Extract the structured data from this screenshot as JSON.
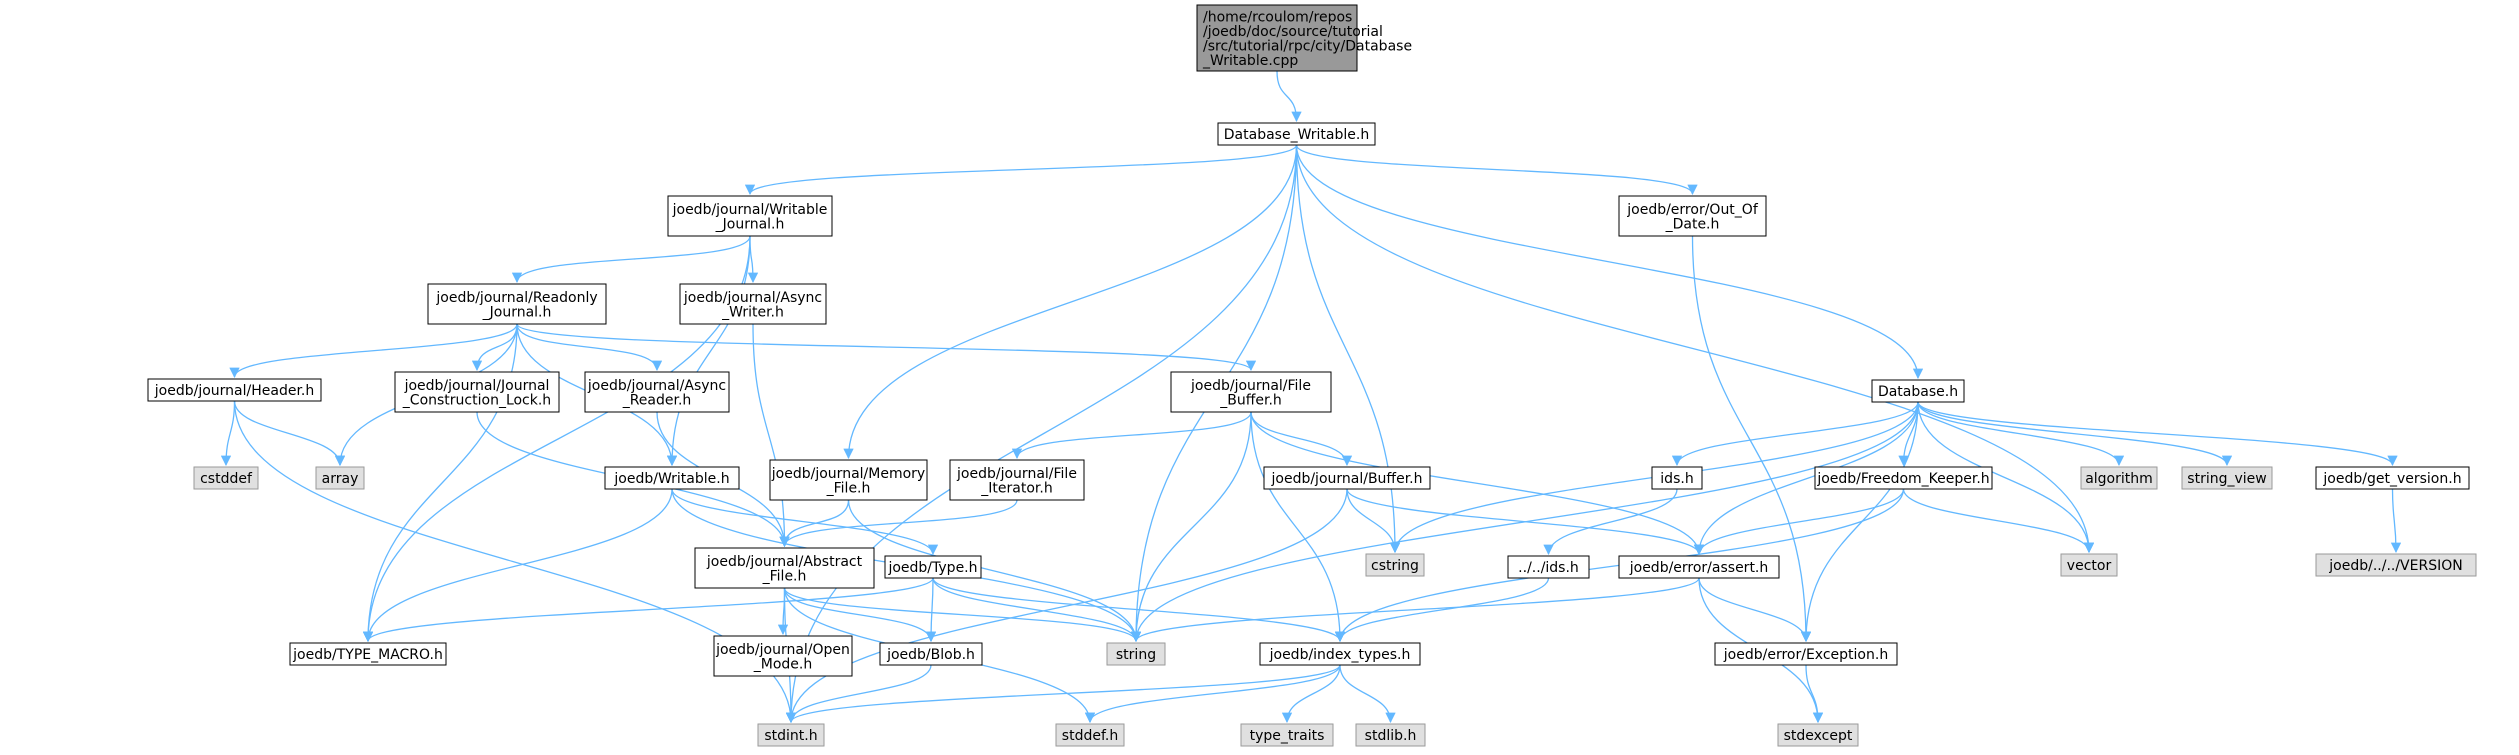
{
  "colors": {
    "edge": "#63b8ff",
    "root_fill": "#999999",
    "node_fill": "#ffffff",
    "node_stroke": "#000000",
    "system_fill": "#e0e0e0",
    "system_stroke": "#999999"
  },
  "nodes": [
    {
      "id": "root",
      "kind": "root",
      "lines": [
        "/home/rcoulom/repos",
        "/joedb/doc/source/tutorial",
        "/src/tutorial/rpc/city/Database",
        "_Writable.cpp"
      ]
    },
    {
      "id": "database-writable-h",
      "kind": "file",
      "lines": [
        "Database_Writable.h"
      ]
    },
    {
      "id": "writable-journal-h",
      "kind": "file",
      "lines": [
        "joedb/journal/Writable",
        "_Journal.h"
      ]
    },
    {
      "id": "out-of-date-h",
      "kind": "file",
      "lines": [
        "joedb/error/Out_Of",
        "_Date.h"
      ]
    },
    {
      "id": "readonly-journal-h",
      "kind": "file",
      "lines": [
        "joedb/journal/Readonly",
        "_Journal.h"
      ]
    },
    {
      "id": "async-writer-h",
      "kind": "file",
      "lines": [
        "joedb/journal/Async",
        "_Writer.h"
      ]
    },
    {
      "id": "header-h",
      "kind": "file",
      "lines": [
        "joedb/journal/Header.h"
      ]
    },
    {
      "id": "construction-lock-h",
      "kind": "file",
      "lines": [
        "joedb/journal/Journal",
        "_Construction_Lock.h"
      ]
    },
    {
      "id": "async-reader-h",
      "kind": "file",
      "lines": [
        "joedb/journal/Async",
        "_Reader.h"
      ]
    },
    {
      "id": "file-buffer-h",
      "kind": "file",
      "lines": [
        "joedb/journal/File",
        "_Buffer.h"
      ]
    },
    {
      "id": "database-h",
      "kind": "file",
      "lines": [
        "Database.h"
      ]
    },
    {
      "id": "cstddef",
      "kind": "system",
      "lines": [
        "cstddef"
      ]
    },
    {
      "id": "array",
      "kind": "system",
      "lines": [
        "array"
      ]
    },
    {
      "id": "writable-h",
      "kind": "file",
      "lines": [
        "joedb/Writable.h"
      ]
    },
    {
      "id": "memory-file-h",
      "kind": "file",
      "lines": [
        "joedb/journal/Memory",
        "_File.h"
      ]
    },
    {
      "id": "file-iterator-h",
      "kind": "file",
      "lines": [
        "joedb/journal/File",
        "_Iterator.h"
      ]
    },
    {
      "id": "buffer-h",
      "kind": "file",
      "lines": [
        "joedb/journal/Buffer.h"
      ]
    },
    {
      "id": "ids-h",
      "kind": "file",
      "lines": [
        "ids.h"
      ]
    },
    {
      "id": "freedom-keeper-h",
      "kind": "file",
      "lines": [
        "joedb/Freedom_Keeper.h"
      ]
    },
    {
      "id": "algorithm",
      "kind": "system",
      "lines": [
        "algorithm"
      ]
    },
    {
      "id": "string-view",
      "kind": "system",
      "lines": [
        "string_view"
      ]
    },
    {
      "id": "get-version-h",
      "kind": "file",
      "lines": [
        "joedb/get_version.h"
      ]
    },
    {
      "id": "cstring",
      "kind": "system",
      "lines": [
        "cstring"
      ]
    },
    {
      "id": "vector",
      "kind": "system",
      "lines": [
        "vector"
      ]
    },
    {
      "id": "version",
      "kind": "system",
      "lines": [
        "joedb/../../VERSION"
      ]
    },
    {
      "id": "abstract-file-h",
      "kind": "file",
      "lines": [
        "joedb/journal/Abstract",
        "_File.h"
      ]
    },
    {
      "id": "type-h",
      "kind": "file",
      "lines": [
        "joedb/Type.h"
      ]
    },
    {
      "id": "up-ids-h",
      "kind": "file",
      "lines": [
        "../../ids.h"
      ]
    },
    {
      "id": "assert-h",
      "kind": "file",
      "lines": [
        "joedb/error/assert.h"
      ]
    },
    {
      "id": "type-macro-h",
      "kind": "file",
      "lines": [
        "joedb/TYPE_MACRO.h"
      ]
    },
    {
      "id": "open-mode-h",
      "kind": "file",
      "lines": [
        "joedb/journal/Open",
        "_Mode.h"
      ]
    },
    {
      "id": "blob-h",
      "kind": "file",
      "lines": [
        "joedb/Blob.h"
      ]
    },
    {
      "id": "string",
      "kind": "system",
      "lines": [
        "string"
      ]
    },
    {
      "id": "index-types-h",
      "kind": "file",
      "lines": [
        "joedb/index_types.h"
      ]
    },
    {
      "id": "exception-h",
      "kind": "file",
      "lines": [
        "joedb/error/Exception.h"
      ]
    },
    {
      "id": "stdint-h",
      "kind": "system",
      "lines": [
        "stdint.h"
      ]
    },
    {
      "id": "stddef-h",
      "kind": "system",
      "lines": [
        "stddef.h"
      ]
    },
    {
      "id": "type-traits",
      "kind": "system",
      "lines": [
        "type_traits"
      ]
    },
    {
      "id": "stdlib-h",
      "kind": "system",
      "lines": [
        "stdlib.h"
      ]
    },
    {
      "id": "stdexcept",
      "kind": "system",
      "lines": [
        "stdexcept"
      ]
    }
  ],
  "edges": [
    [
      "root",
      "database-writable-h"
    ],
    [
      "database-writable-h",
      "writable-journal-h"
    ],
    [
      "database-writable-h",
      "stdint-h"
    ],
    [
      "database-writable-h",
      "string"
    ],
    [
      "database-writable-h",
      "cstring"
    ],
    [
      "database-writable-h",
      "memory-file-h"
    ],
    [
      "database-writable-h",
      "out-of-date-h"
    ],
    [
      "database-writable-h",
      "database-h"
    ],
    [
      "database-writable-h",
      "vector"
    ],
    [
      "writable-journal-h",
      "readonly-journal-h"
    ],
    [
      "writable-journal-h",
      "async-writer-h"
    ],
    [
      "writable-journal-h",
      "writable-h"
    ],
    [
      "writable-journal-h",
      "type-macro-h"
    ],
    [
      "out-of-date-h",
      "exception-h"
    ],
    [
      "readonly-journal-h",
      "header-h"
    ],
    [
      "readonly-journal-h",
      "construction-lock-h"
    ],
    [
      "readonly-journal-h",
      "async-reader-h"
    ],
    [
      "readonly-journal-h",
      "file-buffer-h"
    ],
    [
      "readonly-journal-h",
      "array"
    ],
    [
      "readonly-journal-h",
      "writable-h"
    ],
    [
      "readonly-journal-h",
      "type-macro-h"
    ],
    [
      "async-writer-h",
      "abstract-file-h"
    ],
    [
      "header-h",
      "cstddef"
    ],
    [
      "header-h",
      "array"
    ],
    [
      "header-h",
      "stdint-h"
    ],
    [
      "construction-lock-h",
      "abstract-file-h"
    ],
    [
      "async-reader-h",
      "abstract-file-h"
    ],
    [
      "file-buffer-h",
      "file-iterator-h"
    ],
    [
      "file-buffer-h",
      "buffer-h"
    ],
    [
      "file-buffer-h",
      "string"
    ],
    [
      "file-buffer-h",
      "index-types-h"
    ],
    [
      "file-buffer-h",
      "assert-h"
    ],
    [
      "writable-h",
      "type-h"
    ],
    [
      "writable-h",
      "string"
    ],
    [
      "writable-h",
      "type-macro-h"
    ],
    [
      "memory-file-h",
      "abstract-file-h"
    ],
    [
      "memory-file-h",
      "string"
    ],
    [
      "file-iterator-h",
      "abstract-file-h"
    ],
    [
      "buffer-h",
      "cstring"
    ],
    [
      "buffer-h",
      "assert-h"
    ],
    [
      "buffer-h",
      "stdint-h"
    ],
    [
      "abstract-file-h",
      "open-mode-h"
    ],
    [
      "abstract-file-h",
      "blob-h"
    ],
    [
      "abstract-file-h",
      "string"
    ],
    [
      "abstract-file-h",
      "stdint-h"
    ],
    [
      "abstract-file-h",
      "stddef-h"
    ],
    [
      "type-h",
      "blob-h"
    ],
    [
      "type-h",
      "string"
    ],
    [
      "type-h",
      "type-macro-h"
    ],
    [
      "type-h",
      "index-types-h"
    ],
    [
      "blob-h",
      "stdint-h"
    ],
    [
      "database-h",
      "ids-h"
    ],
    [
      "database-h",
      "freedom-keeper-h"
    ],
    [
      "database-h",
      "algorithm"
    ],
    [
      "database-h",
      "string-view"
    ],
    [
      "database-h",
      "get-version-h"
    ],
    [
      "database-h",
      "vector"
    ],
    [
      "database-h",
      "cstring"
    ],
    [
      "database-h",
      "string"
    ],
    [
      "database-h",
      "assert-h"
    ],
    [
      "database-h",
      "exception-h"
    ],
    [
      "ids-h",
      "up-ids-h"
    ],
    [
      "up-ids-h",
      "index-types-h"
    ],
    [
      "freedom-keeper-h",
      "assert-h"
    ],
    [
      "freedom-keeper-h",
      "vector"
    ],
    [
      "freedom-keeper-h",
      "index-types-h"
    ],
    [
      "get-version-h",
      "version"
    ],
    [
      "assert-h",
      "exception-h"
    ],
    [
      "assert-h",
      "stdexcept"
    ],
    [
      "assert-h",
      "string"
    ],
    [
      "exception-h",
      "stdexcept"
    ],
    [
      "index-types-h",
      "stdint-h"
    ],
    [
      "index-types-h",
      "stddef-h"
    ],
    [
      "index-types-h",
      "type-traits"
    ],
    [
      "index-types-h",
      "stdlib-h"
    ]
  ]
}
